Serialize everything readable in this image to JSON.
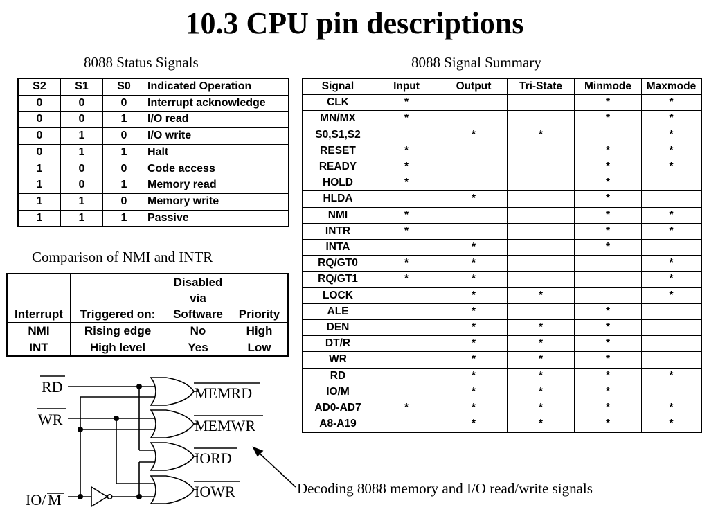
{
  "title": "10.3 CPU pin descriptions",
  "status_signals": {
    "caption": "8088 Status Signals",
    "headers": [
      "S2",
      "S1",
      "S0",
      "Indicated Operation"
    ],
    "rows": [
      [
        "0",
        "0",
        "0",
        "Interrupt acknowledge"
      ],
      [
        "0",
        "0",
        "1",
        "I/O read"
      ],
      [
        "0",
        "1",
        "0",
        "I/O write"
      ],
      [
        "0",
        "1",
        "1",
        "Halt"
      ],
      [
        "1",
        "0",
        "0",
        "Code access"
      ],
      [
        "1",
        "0",
        "1",
        "Memory read"
      ],
      [
        "1",
        "1",
        "0",
        "Memory write"
      ],
      [
        "1",
        "1",
        "1",
        "Passive"
      ]
    ]
  },
  "signal_summary": {
    "caption": "8088 Signal Summary",
    "headers": [
      "Signal",
      "Input",
      "Output",
      "Tri-State",
      "Minmode",
      "Maxmode"
    ],
    "rows": [
      [
        "CLK",
        "*",
        "",
        "",
        "*",
        "*"
      ],
      [
        "MN/MX",
        "*",
        "",
        "",
        "*",
        "*"
      ],
      [
        "S0,S1,S2",
        "",
        "*",
        "*",
        "",
        "*"
      ],
      [
        "RESET",
        "*",
        "",
        "",
        "*",
        "*"
      ],
      [
        "READY",
        "*",
        "",
        "",
        "*",
        "*"
      ],
      [
        "HOLD",
        "*",
        "",
        "",
        "*",
        ""
      ],
      [
        "HLDA",
        "",
        "*",
        "",
        "*",
        ""
      ],
      [
        "NMI",
        "*",
        "",
        "",
        "*",
        "*"
      ],
      [
        "INTR",
        "*",
        "",
        "",
        "*",
        "*"
      ],
      [
        "INTA",
        "",
        "*",
        "",
        "*",
        ""
      ],
      [
        "RQ/GT0",
        "*",
        "*",
        "",
        "",
        "*"
      ],
      [
        "RQ/GT1",
        "*",
        "*",
        "",
        "",
        "*"
      ],
      [
        "LOCK",
        "",
        "*",
        "*",
        "",
        "*"
      ],
      [
        "ALE",
        "",
        "*",
        "",
        "*",
        ""
      ],
      [
        "DEN",
        "",
        "*",
        "*",
        "*",
        ""
      ],
      [
        "DT/R",
        "",
        "*",
        "*",
        "*",
        ""
      ],
      [
        "WR",
        "",
        "*",
        "*",
        "*",
        ""
      ],
      [
        "RD",
        "",
        "*",
        "*",
        "*",
        "*"
      ],
      [
        "IO/M",
        "",
        "*",
        "*",
        "*",
        ""
      ],
      [
        "AD0-AD7",
        "*",
        "*",
        "*",
        "*",
        "*"
      ],
      [
        "A8-A19",
        "",
        "*",
        "*",
        "*",
        "*"
      ]
    ]
  },
  "comparison": {
    "caption": "Comparison of NMI and INTR",
    "headers": [
      "Interrupt",
      "Triggered on:",
      "Disabled\nvia\nSoftware",
      "Priority"
    ],
    "header_lines": {
      "interrupt": "Interrupt",
      "triggered": "Triggered on:",
      "disabled_1": "Disabled",
      "disabled_2": "via",
      "disabled_3": "Software",
      "priority": "Priority"
    },
    "rows": [
      [
        "NMI",
        "Rising edge",
        "No",
        "High"
      ],
      [
        "INT",
        "High level",
        "Yes",
        "Low"
      ]
    ]
  },
  "decoder": {
    "inputs": {
      "rd": "RD",
      "wr": "WR",
      "io": "IO/",
      "m": "M"
    },
    "outputs": [
      "MEMRD",
      "MEMWR",
      "IORD",
      "IOWR"
    ],
    "caption": "Decoding 8088 memory and I/O read/write signals"
  }
}
